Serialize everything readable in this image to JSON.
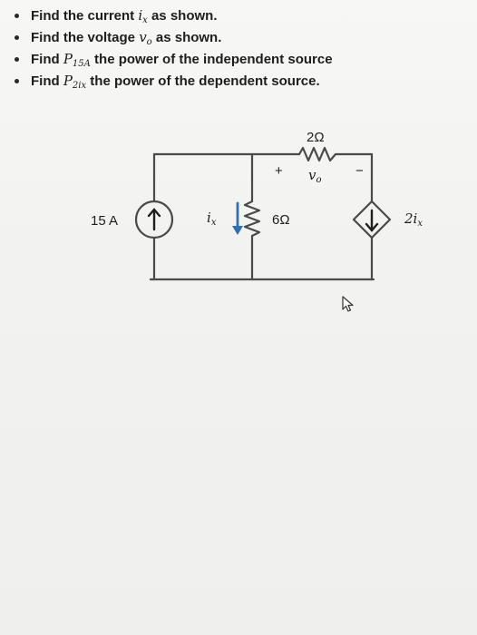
{
  "tasks": [
    {
      "pre": "Find the current ",
      "sym": "i",
      "sub": "x",
      "post": " as shown."
    },
    {
      "pre": "Find the voltage ",
      "sym": "v",
      "sub": "o",
      "post": " as shown."
    },
    {
      "pre": "Find ",
      "sym": "P",
      "sub": "15A",
      "post": " the power of the independent source"
    },
    {
      "pre": "Find ",
      "sym": "P",
      "sub": "2ix",
      "post": " the power of the dependent source."
    }
  ],
  "circuit": {
    "current_source_label": "15 A",
    "resistor_top_label": "2Ω",
    "vo_label": "v",
    "vo_sub": "o",
    "plus_sign": "+",
    "minus_sign": "−",
    "ix_label": "i",
    "ix_sub": "x",
    "resistor_mid_label": "6Ω",
    "dependent_label": "2i",
    "dependent_sub": "x"
  },
  "colors": {
    "wire": "#4a4a4a",
    "current_arrow": "#2f6fb5"
  }
}
